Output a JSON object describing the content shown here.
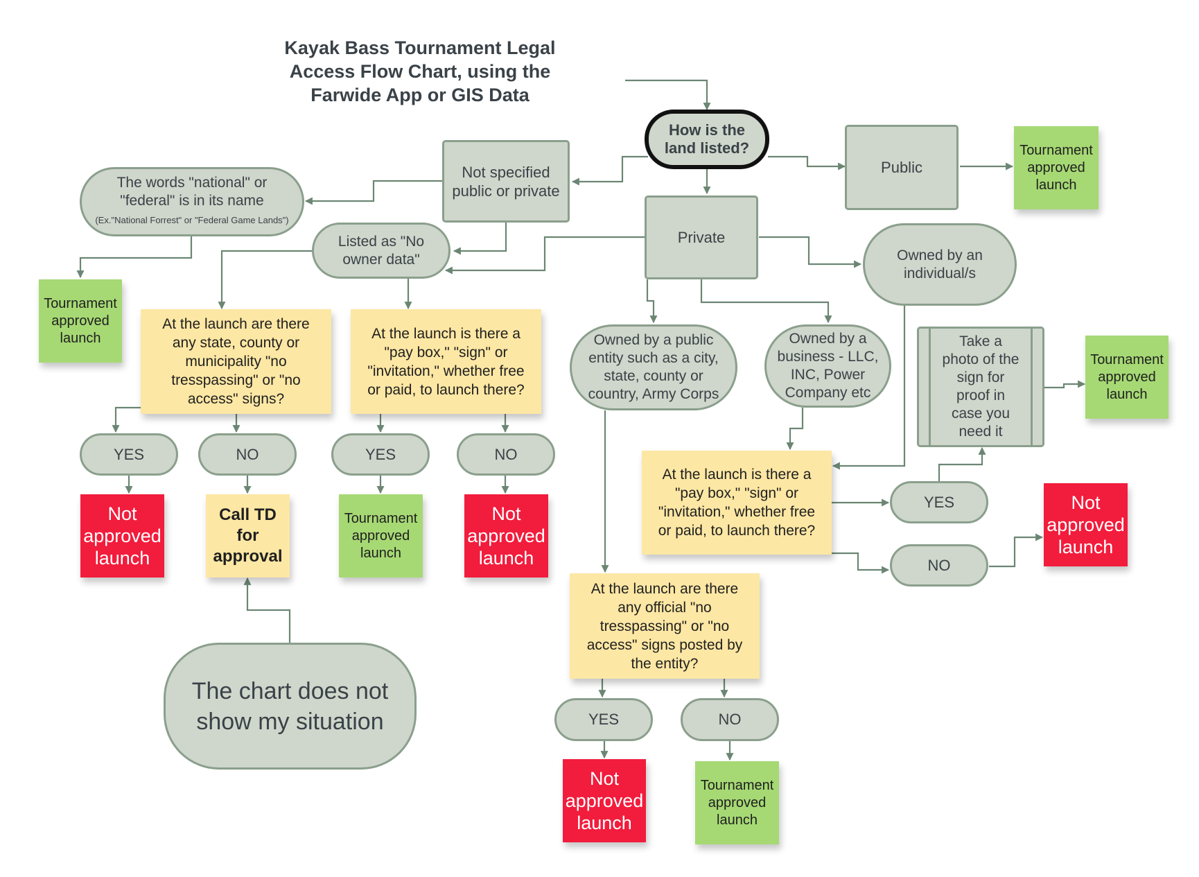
{
  "title": [
    "Kayak Bass Tournament Legal",
    "Access Flow Chart, using the",
    "Farwide App or GIS Data"
  ],
  "nodes": {
    "start": [
      "How is the",
      "land listed?"
    ],
    "public": [
      "Public"
    ],
    "not_specified": [
      "Not specified",
      "public or private"
    ],
    "national_federal": [
      "The words \"national\" or",
      "\"federal\" is in its name"
    ],
    "national_federal_example": "(Ex.\"National Forrest\" or \"Federal Game Lands\")",
    "private": [
      "Private"
    ],
    "no_owner": [
      "Listed as \"No",
      "owner data\""
    ],
    "individual": [
      "Owned by an",
      "individual/s"
    ],
    "public_entity": [
      "Owned by a public",
      "entity such as a city,",
      "state, county or",
      "country, Army Corps"
    ],
    "business": [
      "Owned by a",
      "business - LLC,",
      "INC, Power",
      "Company etc"
    ],
    "photo": [
      "Take a",
      "photo of the",
      "sign for",
      "proof in",
      "case you",
      "need it"
    ],
    "q_signs": [
      "At the launch are there",
      "any state, county or",
      "municipality \"no",
      "tresspassing\" or \"no",
      "access\" signs?"
    ],
    "q_paybox_left": [
      "At the launch is there a",
      "\"pay box,\" \"sign\" or",
      "\"invitation,\" whether free",
      "or paid, to launch there?"
    ],
    "q_paybox_right": [
      "At the launch is there a",
      "\"pay box,\" \"sign\" or",
      "\"invitation,\" whether free",
      "or paid, to launch there?"
    ],
    "q_official": [
      "At the launch are there",
      "any official \"no",
      "tresspassing\" or \"no",
      "access\" signs posted by",
      "the entity?"
    ],
    "call_td": [
      "Call TD",
      "for",
      "approval"
    ],
    "unknown": [
      "The chart does not",
      "show my situation"
    ]
  },
  "answers": {
    "yes": "YES",
    "no": "NO"
  },
  "outcomes": {
    "approved": [
      "Tournament",
      "approved",
      "launch"
    ],
    "not_approved": [
      "Not",
      "approved",
      "launch"
    ]
  },
  "colors": {
    "node_fill": "#cfd6cb",
    "node_border": "#8a9f8c",
    "question": "#fde7a4",
    "approved": "#a6d974",
    "not_approved": "#f21c3c",
    "connector": "#6b8673",
    "text": "#3a4248"
  }
}
